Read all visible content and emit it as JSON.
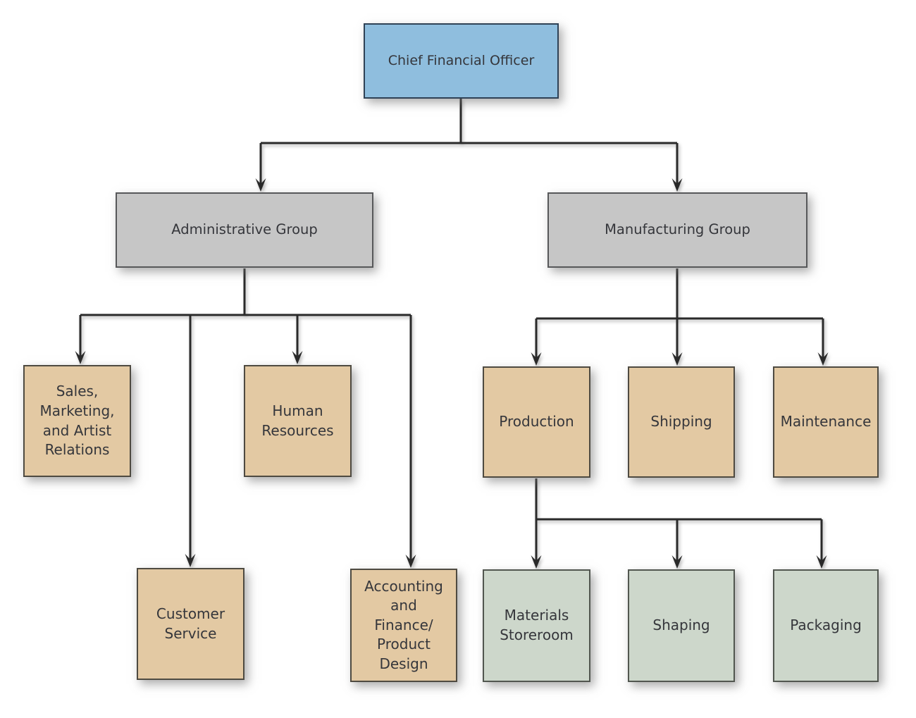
{
  "chart_type": "org-chart",
  "nodes": {
    "cfo": {
      "label": "Chief Financial Officer",
      "level": "executive"
    },
    "admin_group": {
      "label": "Administrative Group",
      "level": "group"
    },
    "mfg_group": {
      "label": "Manufacturing Group",
      "level": "group"
    },
    "sales": {
      "label": "Sales,\nMarketing,\nand Artist\nRelations",
      "level": "department"
    },
    "hr": {
      "label": "Human\nResources",
      "level": "department"
    },
    "customer": {
      "label": "Customer\nService",
      "level": "department"
    },
    "accounting": {
      "label": "Accounting\nand\nFinance/\nProduct\nDesign",
      "level": "department"
    },
    "production": {
      "label": "Production",
      "level": "department"
    },
    "shipping": {
      "label": "Shipping",
      "level": "department"
    },
    "maintenance": {
      "label": "Maintenance",
      "level": "department"
    },
    "materials": {
      "label": "Materials\nStoreroom",
      "level": "production-unit"
    },
    "shaping": {
      "label": "Shaping",
      "level": "production-unit"
    },
    "packaging": {
      "label": "Packaging",
      "level": "production-unit"
    }
  },
  "edges": [
    {
      "from": "cfo",
      "to": "admin_group"
    },
    {
      "from": "cfo",
      "to": "mfg_group"
    },
    {
      "from": "admin_group",
      "to": "sales"
    },
    {
      "from": "admin_group",
      "to": "customer"
    },
    {
      "from": "admin_group",
      "to": "hr"
    },
    {
      "from": "admin_group",
      "to": "accounting"
    },
    {
      "from": "mfg_group",
      "to": "production"
    },
    {
      "from": "mfg_group",
      "to": "shipping"
    },
    {
      "from": "mfg_group",
      "to": "maintenance"
    },
    {
      "from": "production",
      "to": "materials"
    },
    {
      "from": "production",
      "to": "shaping"
    },
    {
      "from": "production",
      "to": "packaging"
    }
  ],
  "colors": {
    "executive_fill": "#8fbede",
    "group_fill": "#c6c6c6",
    "department_fill": "#e3c9a3",
    "production_unit_fill": "#cdd7cb",
    "connector": "#2a2a2a",
    "text": "#35363b",
    "background": "#ffffff"
  }
}
